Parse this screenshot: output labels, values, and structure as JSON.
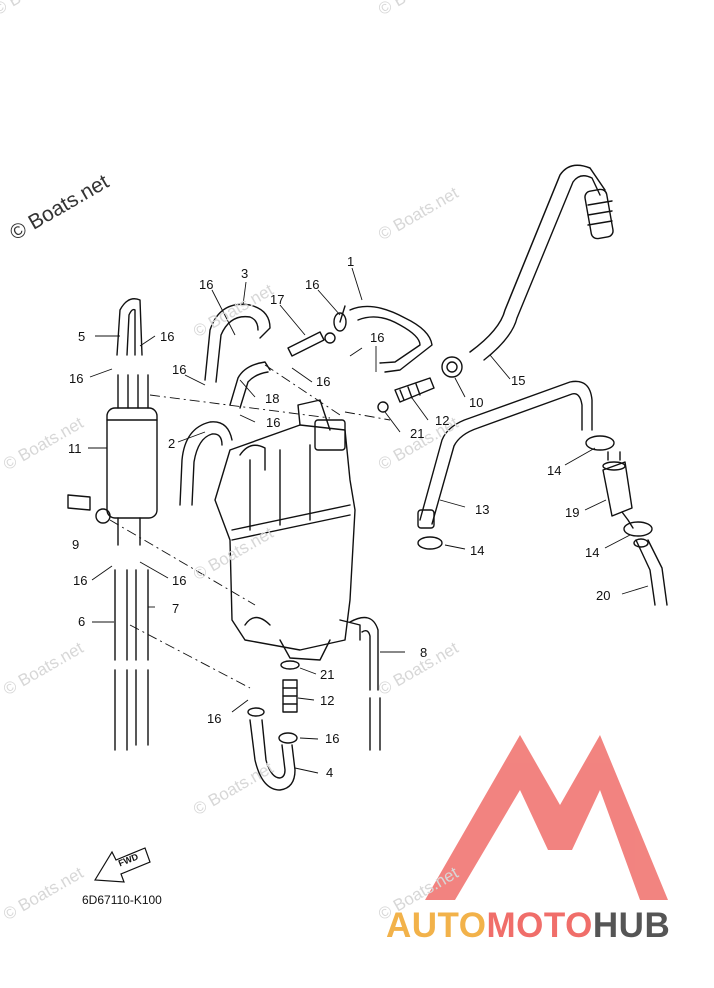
{
  "watermarks": [
    "© Boats.net",
    "© Boats.net",
    "© Boats.net",
    "© Boats.net",
    "© Boats.net",
    "© Boats.net",
    "© Boats.net",
    "© Boats.net",
    "© Boats.net",
    "© Boats.net",
    "© Boats.net",
    "© Boats.net"
  ],
  "main_watermark": "© Boats.net",
  "callouts": {
    "c1": "1",
    "c2": "2",
    "c3": "3",
    "c4": "4",
    "c5": "5",
    "c6": "6",
    "c7": "7",
    "c8": "8",
    "c9": "9",
    "c10": "10",
    "c11": "11",
    "c12a": "12",
    "c12b": "12",
    "c13": "13",
    "c14a": "14",
    "c14b": "14",
    "c14c": "14",
    "c15": "15",
    "c16a": "16",
    "c16b": "16",
    "c16c": "16",
    "c16d": "16",
    "c16e": "16",
    "c16f": "16",
    "c16g": "16",
    "c16h": "16",
    "c16i": "16",
    "c16j": "16",
    "c16k": "16",
    "c17": "17",
    "c18": "18",
    "c19": "19",
    "c20": "20",
    "c21a": "21",
    "c21b": "21"
  },
  "fwd_label": "FWD",
  "diagram_code": "6D67110-K100",
  "brand": {
    "part1": "AUTO",
    "part2": "MOTO",
    "part3": "HUB"
  },
  "colors": {
    "logo_red": "#f06e6a",
    "logo_orange": "#f2b24a",
    "logo_gray": "#555555"
  }
}
